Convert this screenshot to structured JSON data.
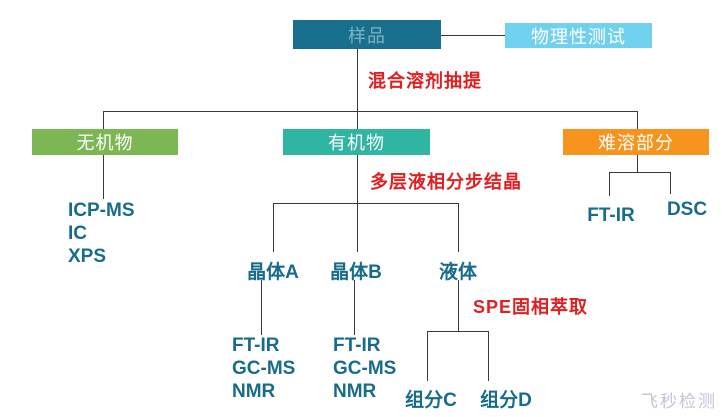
{
  "diagram": {
    "type": "flowchart",
    "nodes": {
      "sample": {
        "label": "样品"
      },
      "physical_test": {
        "label": "物理性测试"
      },
      "inorganic": {
        "label": "无机物"
      },
      "organic": {
        "label": "有机物"
      },
      "insoluble": {
        "label": "难溶部分"
      },
      "crystal_a": {
        "label": "晶体A"
      },
      "crystal_b": {
        "label": "晶体B"
      },
      "liquid": {
        "label": "液体"
      },
      "fraction_c": {
        "label": "组分C"
      },
      "fraction_d": {
        "label": "组分D"
      }
    },
    "process_labels": {
      "extraction": "混合溶剂抽提",
      "crystallization": "多层液相分步结晶",
      "spe": "SPE固相萃取"
    },
    "method_lists": {
      "inorganic_methods": [
        "ICP-MS",
        "IC",
        "XPS"
      ],
      "crystal_a_methods": [
        "FT-IR",
        "GC-MS",
        "NMR"
      ],
      "crystal_b_methods": [
        "FT-IR",
        "GC-MS",
        "NMR"
      ],
      "insoluble_method_1": "FT-IR",
      "insoluble_method_2": "DSC"
    },
    "watermark": "飞秒检测",
    "colors": {
      "sample_box": "#18708e",
      "sample_box_text": "#7fb2c1",
      "physical_test_box": "#70d1ef",
      "inorganic_box": "#7cb753",
      "organic_box": "#2fb5a2",
      "insoluble_box": "#f7941d",
      "method_text": "#176c8c",
      "process_text": "#e02020",
      "connector_line": "#3a3a3a",
      "watermark_text": "#c6c1dd"
    }
  }
}
